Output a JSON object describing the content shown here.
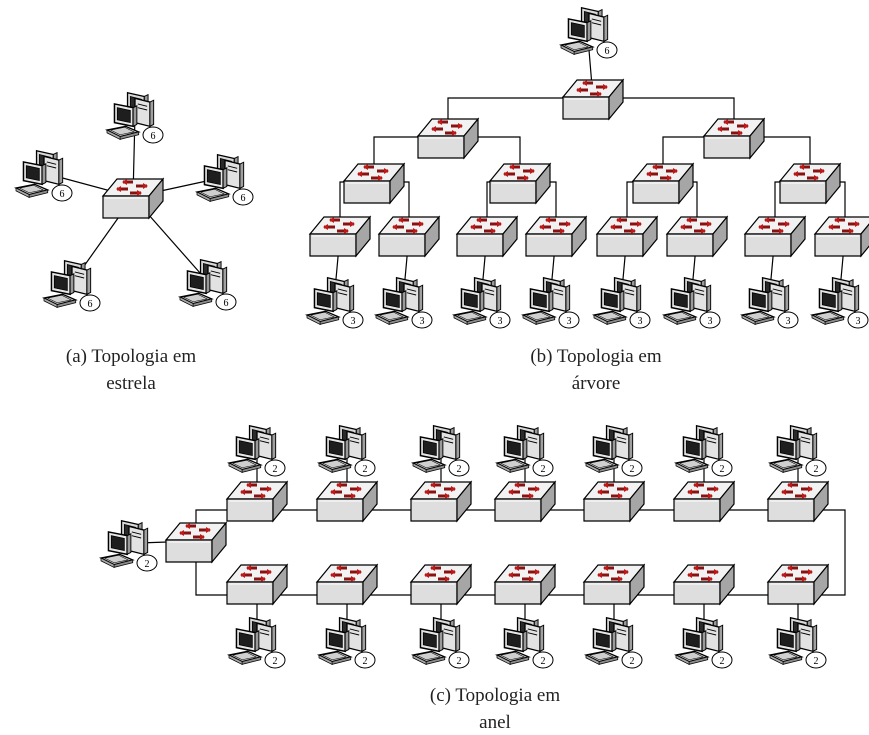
{
  "captions": {
    "star": [
      "(a) Topologia em",
      "estrela"
    ],
    "tree": [
      "(b) Topologia em",
      "árvore"
    ],
    "ring": [
      "(c) Topologia em",
      "anel"
    ]
  },
  "badges": {
    "star": "6",
    "tree_root": "6",
    "tree_leaf": "3",
    "ring": "2"
  }
}
